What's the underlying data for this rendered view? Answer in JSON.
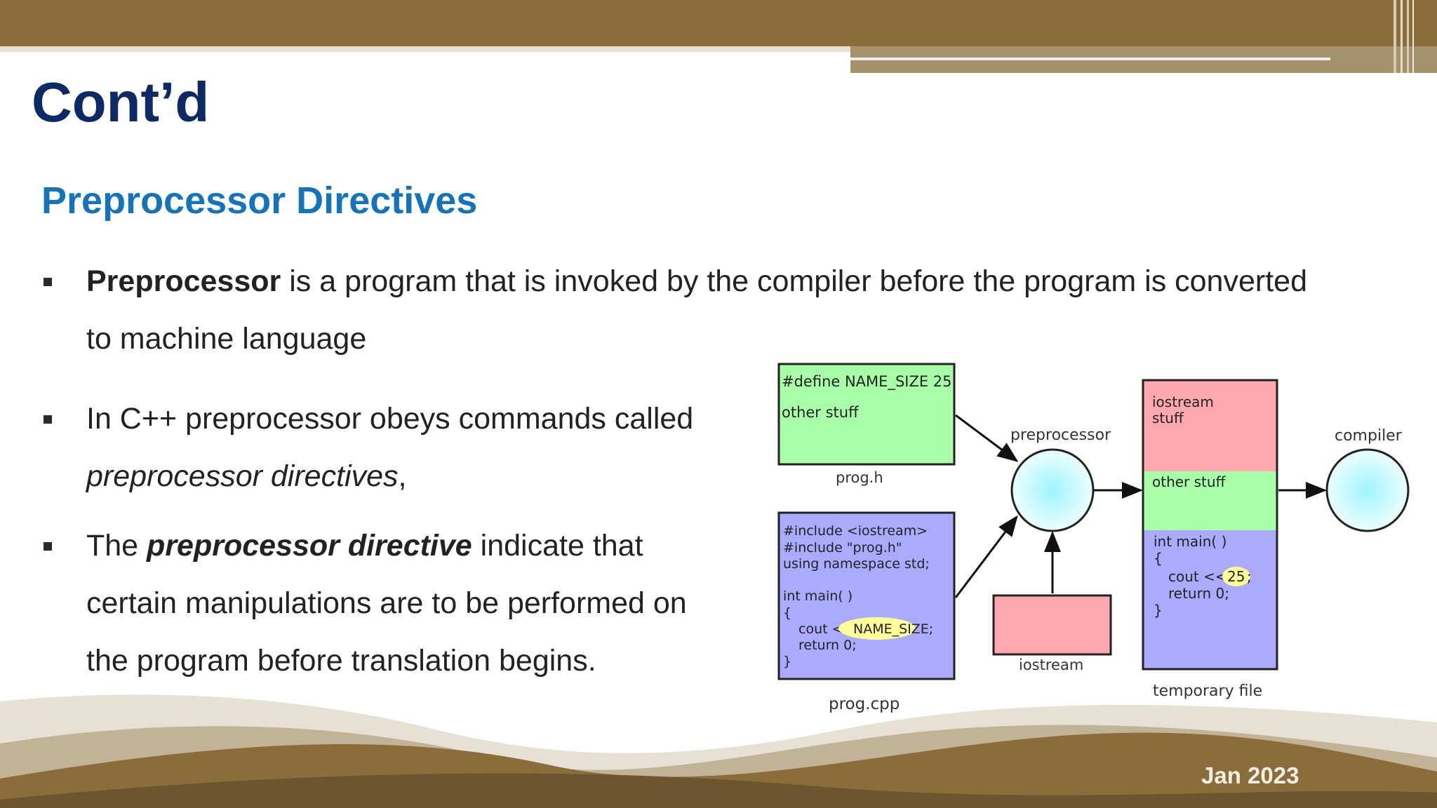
{
  "slide": {
    "title": "Cont’d",
    "subtitle": "Preprocessor Directives",
    "date": "Jan 2023"
  },
  "bullets": [
    {
      "b1_bold": "Preprocessor",
      "b1_rest": " is a program that is invoked by the compiler before the program is converted",
      "b1_line2": "to machine language"
    },
    {
      "b2_line1": "In C++ preprocessor obeys commands called",
      "b2_italic": "preprocessor directives",
      "b2_comma": ","
    },
    {
      "b3_lead": "The ",
      "b3_bold_italic": "preprocessor directive",
      "b3_rest": " indicate that",
      "b3_line2": "certain manipulations are to be performed on",
      "b3_line3": "the program before translation begins."
    }
  ],
  "diagram": {
    "progh_line1": "#define  NAME_SIZE  25",
    "progh_line2": "other stuff",
    "progh_label": "prog.h",
    "progcpp_lines": [
      "#include <iostream>",
      "#include \"prog.h\"",
      "using namespace std;",
      "int main( )",
      "{",
      "cout <<",
      "NAME_SIZE;",
      "return 0;",
      "}"
    ],
    "progcpp_label": "prog.cpp",
    "iostream_label": "iostream",
    "preprocessor_label": "preprocessor",
    "compiler_label": "compiler",
    "temp_label": "temporary file",
    "temp_top": [
      "iostream",
      "stuff"
    ],
    "temp_mid": "other stuff",
    "temp_bottom": [
      "int main( )",
      "{",
      "cout <<",
      "25",
      ";",
      "return 0;",
      "}"
    ]
  },
  "colors": {
    "title": "#0e2a64",
    "subtitle": "#1473b9",
    "band": "#8a6d3b",
    "green_box": "#a8ffa8",
    "blue_box": "#aaaaff",
    "pink_box": "#ffa8b0",
    "circle": "#dffcff"
  }
}
